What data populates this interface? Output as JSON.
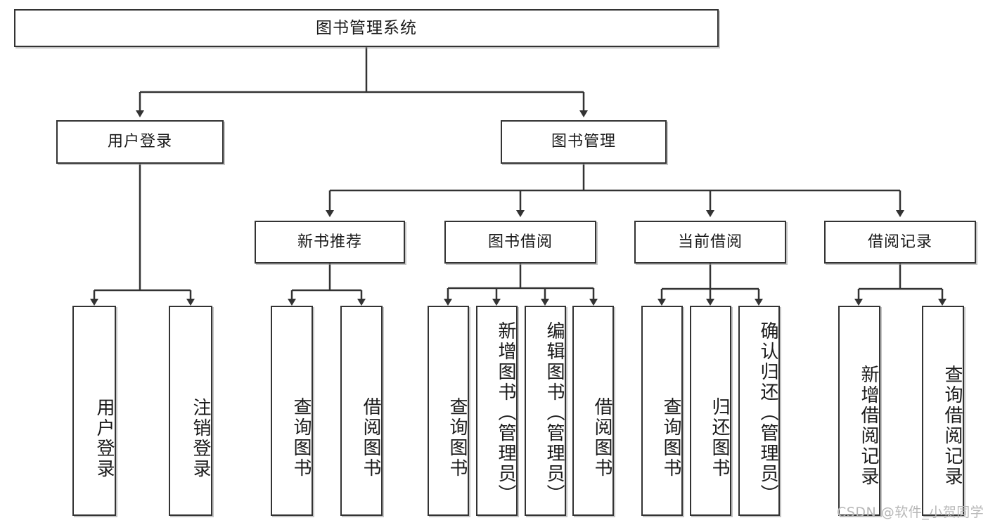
{
  "diagram": {
    "type": "tree-hierarchy",
    "title": "图书管理系统",
    "orientation": "top-down",
    "watermark": "CSDN @软件_小贺同学",
    "colors": {
      "box_border": "#333333",
      "box_fill": "#ffffff",
      "edge": "#333333",
      "text": "#1a1a1a",
      "watermark": "#b7b7b7",
      "background": "#ffffff"
    },
    "root": {
      "id": "root",
      "label": "图书管理系统",
      "orientation": "horizontal"
    },
    "level2": [
      {
        "id": "user-login",
        "label": "用户登录",
        "orientation": "horizontal"
      },
      {
        "id": "book-management",
        "label": "图书管理",
        "orientation": "horizontal"
      }
    ],
    "level3": [
      {
        "id": "new-book-recommend",
        "label": "新书推荐",
        "parent": "book-management",
        "orientation": "horizontal"
      },
      {
        "id": "book-borrow",
        "label": "图书借阅",
        "parent": "book-management",
        "orientation": "horizontal"
      },
      {
        "id": "current-borrow",
        "label": "当前借阅",
        "parent": "book-management",
        "orientation": "horizontal"
      },
      {
        "id": "borrow-record",
        "label": "借阅记录",
        "parent": "book-management",
        "orientation": "horizontal"
      }
    ],
    "leaves": [
      {
        "id": "leaf-user-login",
        "label": "用户登录",
        "parent": "user-login",
        "orientation": "vertical"
      },
      {
        "id": "leaf-logout-login",
        "label": "注销登录",
        "parent": "user-login",
        "orientation": "vertical"
      },
      {
        "id": "leaf-query-book-1",
        "label": "查询图书",
        "parent": "new-book-recommend",
        "orientation": "vertical"
      },
      {
        "id": "leaf-borrow-book-1",
        "label": "借阅图书",
        "parent": "new-book-recommend",
        "orientation": "vertical"
      },
      {
        "id": "leaf-query-book-2",
        "label": "查询图书",
        "parent": "book-borrow",
        "orientation": "vertical"
      },
      {
        "id": "leaf-add-book",
        "label": "新增图书（管理员）",
        "parent": "book-borrow",
        "orientation": "vertical"
      },
      {
        "id": "leaf-edit-book",
        "label": "编辑图书（管理员）",
        "parent": "book-borrow",
        "orientation": "vertical"
      },
      {
        "id": "leaf-borrow-book-2",
        "label": "借阅图书",
        "parent": "book-borrow",
        "orientation": "vertical"
      },
      {
        "id": "leaf-query-book-3",
        "label": "查询图书",
        "parent": "current-borrow",
        "orientation": "vertical"
      },
      {
        "id": "leaf-return-book",
        "label": "归还图书",
        "parent": "current-borrow",
        "orientation": "vertical"
      },
      {
        "id": "leaf-confirm-return",
        "label": "确认归还（管理员）",
        "parent": "current-borrow",
        "orientation": "vertical"
      },
      {
        "id": "leaf-add-borrow-record",
        "label": "新增借阅记录",
        "parent": "borrow-record",
        "orientation": "vertical"
      },
      {
        "id": "leaf-query-borrow-record",
        "label": "查询借阅记录",
        "parent": "borrow-record",
        "orientation": "vertical"
      }
    ]
  }
}
